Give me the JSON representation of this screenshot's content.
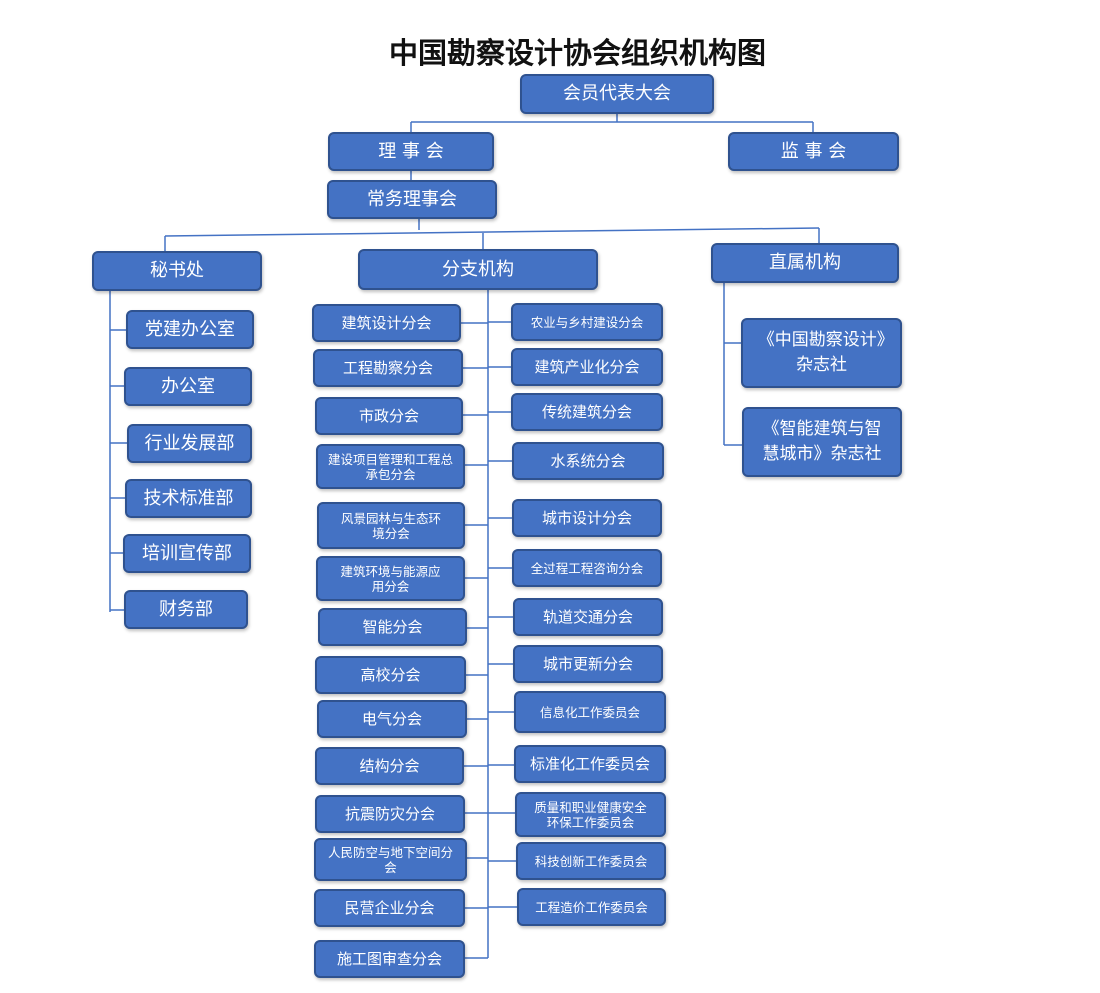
{
  "title": "中国勘察设计协会组织机构图",
  "colors": {
    "box_fill": "#4472c4",
    "box_border": "#2f528f",
    "line": "#4472c4"
  },
  "top": {
    "assembly": "会员代表大会",
    "council": "理 事 会",
    "supervisors": "监 事 会",
    "standing": "常务理事会"
  },
  "groups": {
    "secretariat": "秘书处",
    "branches": "分支机构",
    "affiliated": "直属机构"
  },
  "secretariat_items": [
    "党建办公室",
    "办公室",
    "行业发展部",
    "技术标准部",
    "培训宣传部",
    "财务部"
  ],
  "branches_left": [
    "建筑设计分会",
    "工程勘察分会",
    "市政分会",
    "建设项目管理和工程总承包分会",
    "风景园林与生态环境分会",
    "建筑环境与能源应用分会",
    "智能分会",
    "高校分会",
    "电气分会",
    "结构分会",
    "抗震防灾分会",
    "人民防空与地下空间分会",
    "民营企业分会",
    "施工图审查分会"
  ],
  "branches_right": [
    "农业与乡村建设分会",
    "建筑产业化分会",
    "传统建筑分会",
    "水系统分会",
    "城市设计分会",
    "全过程工程咨询分会",
    "轨道交通分会",
    "城市更新分会",
    "信息化工作委员会",
    "标准化工作委员会",
    "质量和职业健康安全环保工作委员会",
    "科技创新工作委员会",
    "工程造价工作委员会"
  ],
  "affiliated_items": [
    "《中国勘察设计》杂志社",
    "《智能建筑与智慧城市》杂志社"
  ]
}
